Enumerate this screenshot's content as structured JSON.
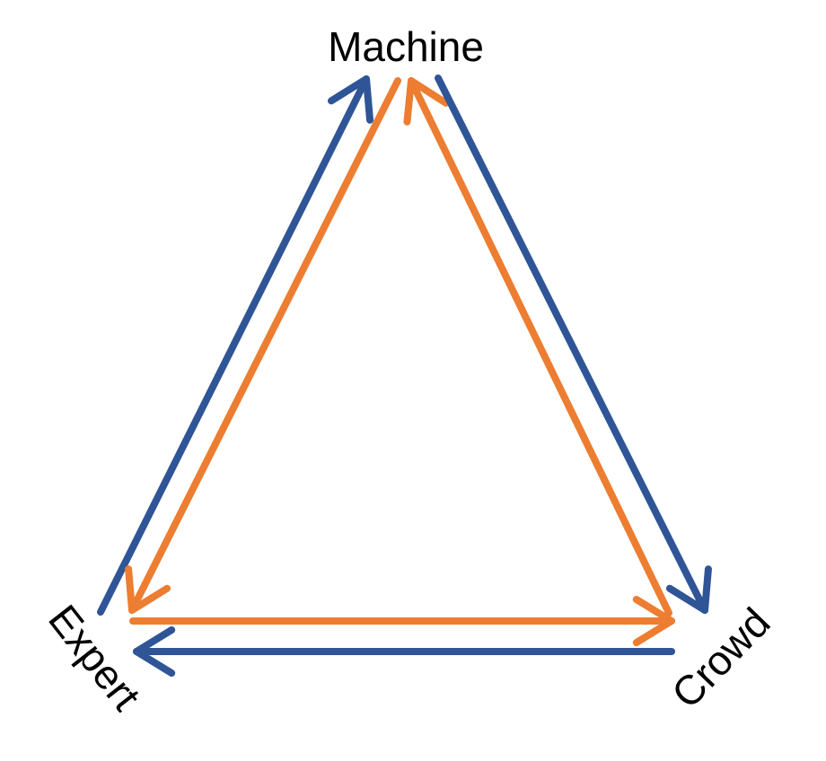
{
  "nodes": {
    "machine": "Machine",
    "expert": "Expert",
    "crowd": "Crowd"
  },
  "colors": {
    "blue": "#2F5597",
    "orange": "#ED7D31"
  },
  "edges": [
    {
      "from": "Expert",
      "to": "Machine",
      "color": "blue"
    },
    {
      "from": "Machine",
      "to": "Expert",
      "color": "orange"
    },
    {
      "from": "Crowd",
      "to": "Machine",
      "color": "orange"
    },
    {
      "from": "Machine",
      "to": "Crowd",
      "color": "blue"
    },
    {
      "from": "Expert",
      "to": "Crowd",
      "color": "orange"
    },
    {
      "from": "Crowd",
      "to": "Expert",
      "color": "blue"
    }
  ]
}
